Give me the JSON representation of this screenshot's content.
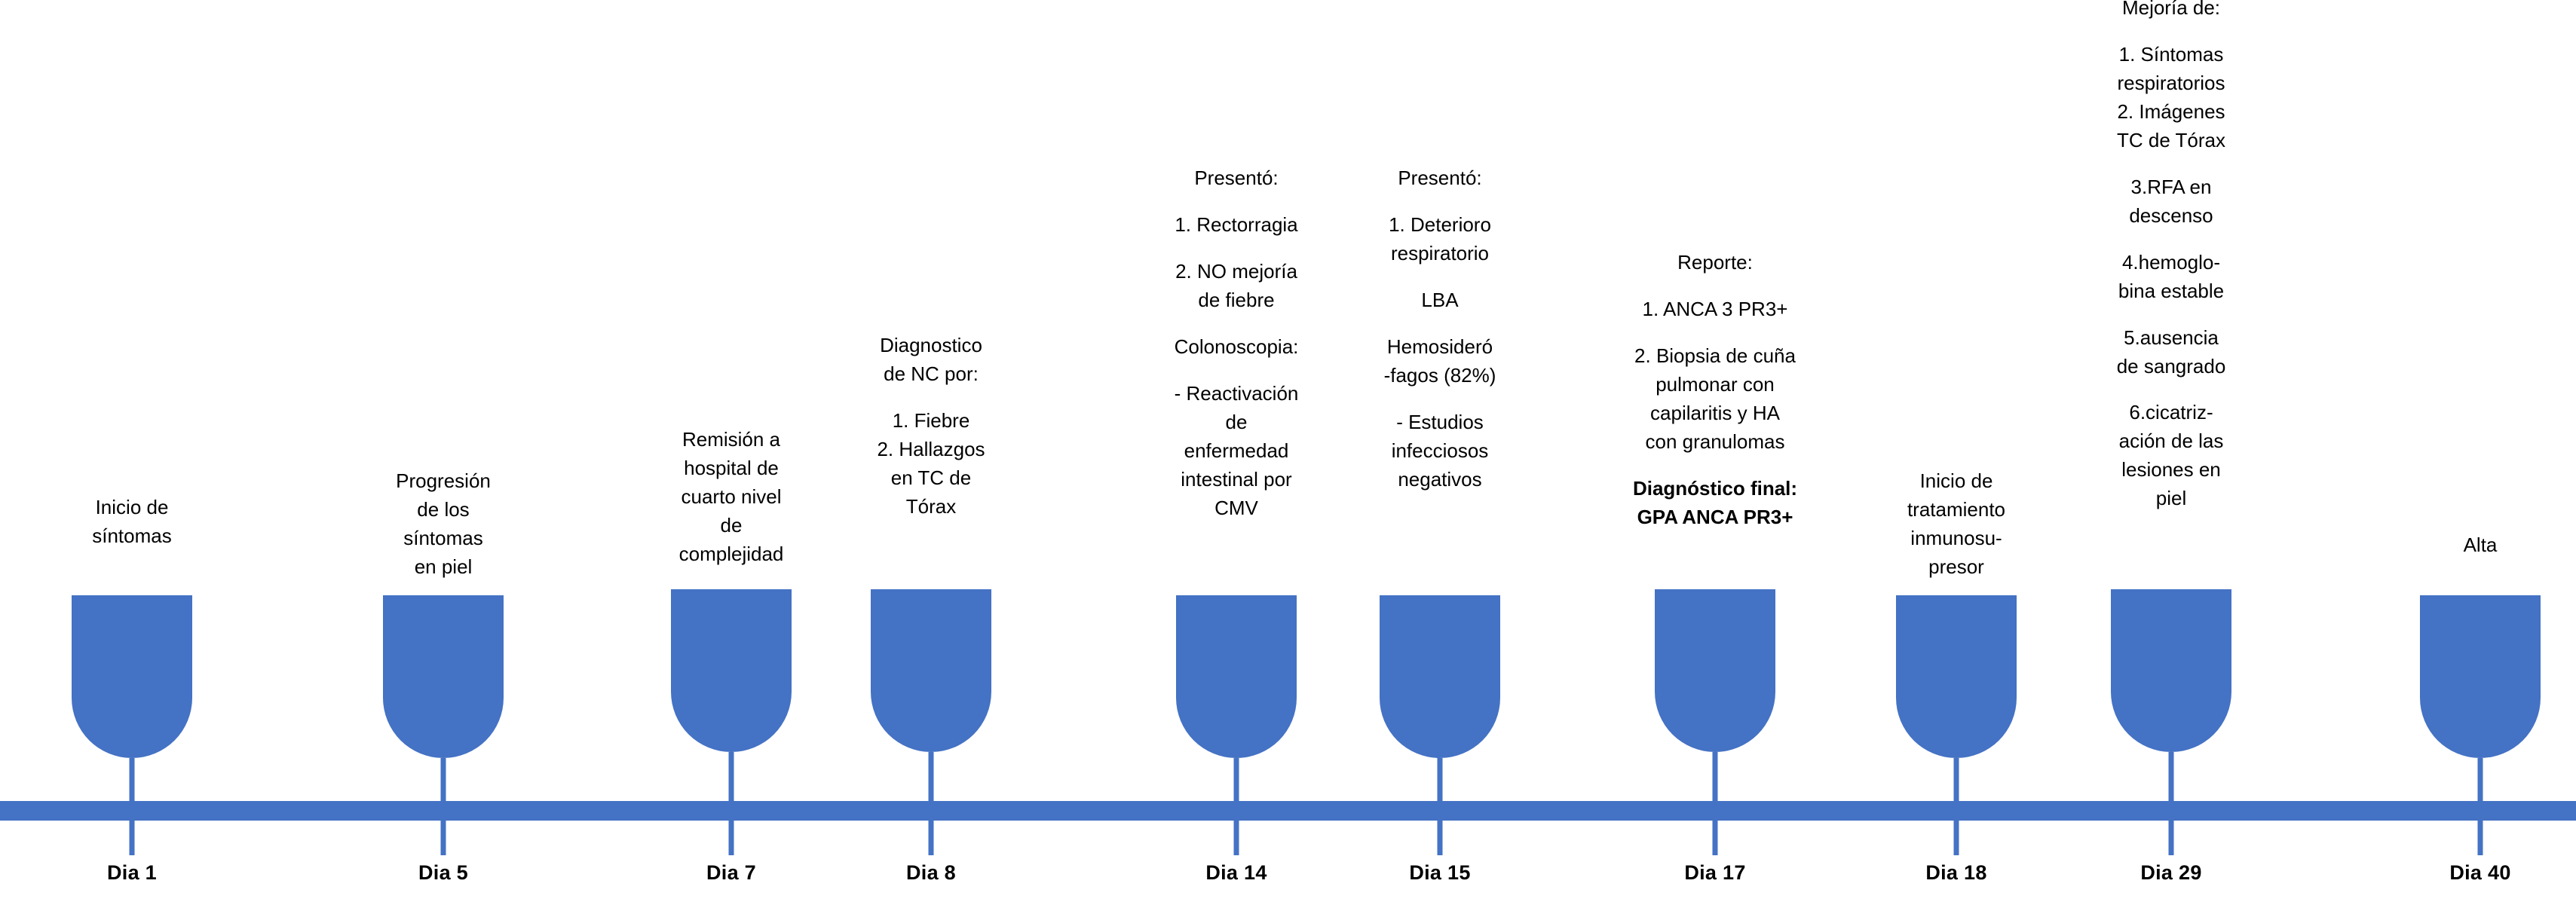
{
  "diagram": {
    "type": "clinical-timeline",
    "accent_color": "#4472c4",
    "text_color": "#000000",
    "background": "#ffffff",
    "events": [
      {
        "day_label": "Dia 1",
        "lines": [
          "Inicio de",
          "síntomas"
        ]
      },
      {
        "day_label": "Dia 5",
        "lines": [
          "Progresión",
          "de los",
          "síntomas",
          "en piel"
        ]
      },
      {
        "day_label": "Dia 7",
        "lines": [
          "Remisión a",
          "hospital de",
          "cuarto nivel",
          "de",
          "complejidad"
        ]
      },
      {
        "day_label": "Dia 8",
        "lines": [
          "Diagnostico",
          "de NC por:",
          "",
          "1. Fiebre",
          "2. Hallazgos",
          "en TC de",
          "Tórax"
        ]
      },
      {
        "day_label": "Dia 14",
        "lines": [
          "Presentó:",
          "",
          "1. Rectorragia",
          "",
          "2. NO mejoría",
          "de fiebre",
          "",
          "Colonoscopia:",
          "",
          "- Reactivación",
          "de",
          "enfermedad",
          "intestinal por",
          "CMV"
        ]
      },
      {
        "day_label": "Dia 15",
        "lines": [
          "Presentó:",
          "",
          "1. Deterioro",
          "respiratorio",
          "",
          "LBA",
          "",
          "Hemosideró",
          "-fagos (82%)",
          "",
          "- Estudios",
          "infecciosos",
          "negativos"
        ]
      },
      {
        "day_label": "Dia 17",
        "lines": [
          "Reporte:",
          "",
          "1. ANCA 3 PR3+",
          "",
          "2. Biopsia de cuña",
          "pulmonar con",
          "capilaritis y HA",
          "con granulomas",
          "",
          "Diagnóstico final:",
          "GPA ANCA PR3+"
        ]
      },
      {
        "day_label": "Dia 18",
        "lines": [
          "Inicio de",
          "tratamiento",
          "inmunosu-",
          "presor"
        ]
      },
      {
        "day_label": "Dia 29",
        "lines": [
          "Mejoría de:",
          "",
          "1. Síntomas",
          "respiratorios",
          "2. Imágenes",
          "TC de Tórax",
          "",
          "3.RFA en",
          "descenso",
          "",
          "4.hemoglo-",
          "bina estable",
          "",
          "5.ausencia",
          "de sangrado",
          "",
          "6.cicatriz-",
          "ación de las",
          "lesiones en",
          "piel"
        ]
      },
      {
        "day_label": "Dia 40",
        "lines": [
          "Alta"
        ]
      }
    ]
  },
  "events_blocks": {
    "e1": [
      {
        "text": "Inicio de\nsíntomas",
        "bold": false
      }
    ],
    "e2": [
      {
        "text": "Progresión\nde los\nsíntomas\nen piel",
        "bold": false
      }
    ],
    "e3": [
      {
        "text": "Remisión a\nhospital de\ncuarto nivel\nde\ncomplejidad",
        "bold": false
      }
    ],
    "e4": [
      {
        "text": "Diagnostico\nde NC por:",
        "bold": false
      },
      {
        "text": "1. Fiebre\n2. Hallazgos\nen TC de\nTórax",
        "bold": false
      }
    ],
    "e5": [
      {
        "text": "Presentó:",
        "bold": false
      },
      {
        "text": "1. Rectorragia",
        "bold": false
      },
      {
        "text": "2. NO mejoría\nde fiebre",
        "bold": false
      },
      {
        "text": "Colonoscopia:",
        "bold": false
      },
      {
        "text": "- Reactivación\nde\nenfermedad\nintestinal por\nCMV",
        "bold": false
      }
    ],
    "e6": [
      {
        "text": "Presentó:",
        "bold": false
      },
      {
        "text": "1. Deterioro\nrespiratorio",
        "bold": false
      },
      {
        "text": "LBA",
        "bold": false
      },
      {
        "text": "Hemosideró\n-fagos (82%)",
        "bold": false
      },
      {
        "text": "- Estudios\ninfecciosos\nnegativos",
        "bold": false
      }
    ],
    "e7": [
      {
        "text": "Reporte:",
        "bold": false
      },
      {
        "text": "1. ANCA 3 PR3+",
        "bold": false
      },
      {
        "text": "2. Biopsia de cuña\npulmonar con\ncapilaritis y HA\ncon granulomas",
        "bold": false
      },
      {
        "text": "Diagnóstico final:\nGPA ANCA PR3+",
        "bold": true
      }
    ],
    "e8": [
      {
        "text": "Inicio de\ntratamiento\ninmunosu-\npresor",
        "bold": false
      }
    ],
    "e9": [
      {
        "text": "Mejoría de:",
        "bold": false
      },
      {
        "text": "1. Síntomas\nrespiratorios\n2. Imágenes\nTC de Tórax",
        "bold": false
      },
      {
        "text": "3.RFA en\ndescenso",
        "bold": false
      },
      {
        "text": "4.hemoglo-\nbina estable",
        "bold": false
      },
      {
        "text": "5.ausencia\nde sangrado",
        "bold": false
      },
      {
        "text": "6.cicatriz-\nación de las\nlesiones en\npiel",
        "bold": false
      }
    ],
    "e10": [
      {
        "text": "Alta",
        "bold": false
      }
    ]
  },
  "days": {
    "d1": "Dia 1",
    "d2": "Dia 5",
    "d3": "Dia 7",
    "d4": "Dia 8",
    "d5": "Dia 14",
    "d6": "Dia 15",
    "d7": "Dia 17",
    "d8": "Dia 18",
    "d9": "Dia 29",
    "d10": "Dia 40"
  }
}
